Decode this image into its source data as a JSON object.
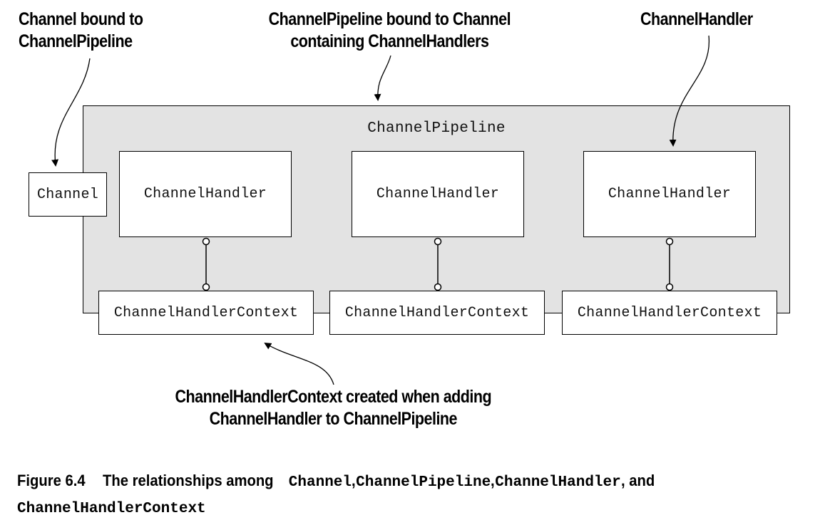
{
  "callouts": {
    "channel_bound": [
      "Channel bound to",
      "ChannelPipeline"
    ],
    "pipeline_bound": [
      "ChannelPipeline bound to Channel",
      "containing ChannelHandlers"
    ],
    "handler": "ChannelHandler",
    "context_created": [
      "ChannelHandlerContext created when adding",
      "ChannelHandler to ChannelPipeline"
    ]
  },
  "diagram": {
    "pipeline_label": "ChannelPipeline",
    "channel_label": "Channel",
    "handlers": [
      "ChannelHandler",
      "ChannelHandler",
      "ChannelHandler"
    ],
    "contexts": [
      "ChannelHandlerContext",
      "ChannelHandlerContext",
      "ChannelHandlerContext"
    ]
  },
  "caption": {
    "figure_label": "Figure 6.4",
    "text_1": "The relationships among ",
    "term_1": "Channel",
    "sep_1": ", ",
    "term_2": "ChannelPipeline",
    "sep_2": ", ",
    "term_3": "ChannelHandler",
    "sep_3": ", and",
    "term_4": "ChannelHandlerContext"
  }
}
